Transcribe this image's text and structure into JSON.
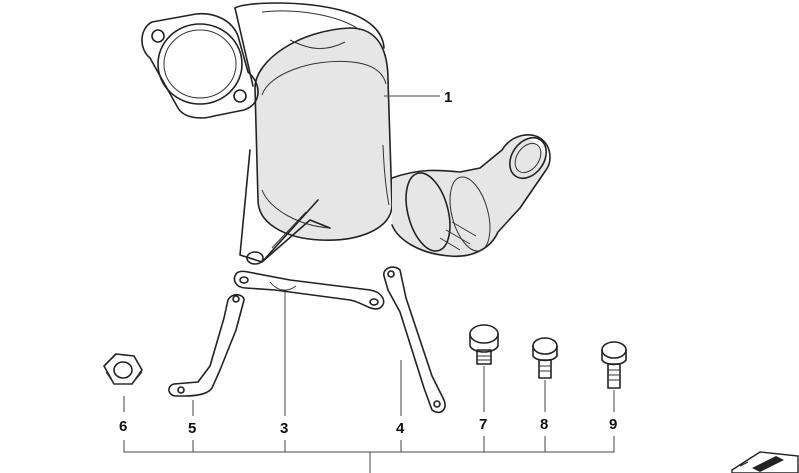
{
  "diagram": {
    "part_numbers": {
      "p1": "1",
      "p3": "3",
      "p4": "4",
      "p5": "5",
      "p6": "6",
      "p7": "7",
      "p8": "8",
      "p9": "9"
    },
    "corner_icon": "folder-arrow-icon"
  }
}
